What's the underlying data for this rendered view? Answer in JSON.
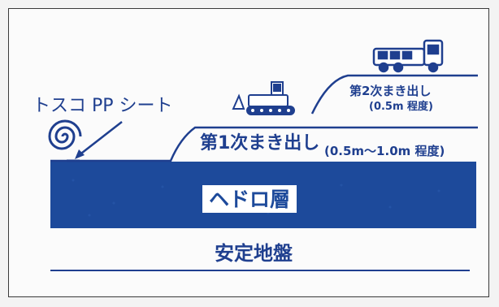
{
  "labels": {
    "sheet": "トスコ PP シート",
    "first_spread": "第1次まき出し",
    "first_spread_depth": "(0.5m～1.0m 程度)",
    "second_spread": "第2次まき出し",
    "second_spread_depth": "(0.5m 程度)",
    "sludge_layer": "ヘドロ層",
    "stable_ground": "安定地盤"
  },
  "colors": {
    "sludge": "#1d4a9b",
    "line": "#1f3f8f",
    "background": "#fbfbfb"
  },
  "icons": [
    "roll-icon",
    "bulldozer-icon",
    "dump-truck-icon"
  ]
}
